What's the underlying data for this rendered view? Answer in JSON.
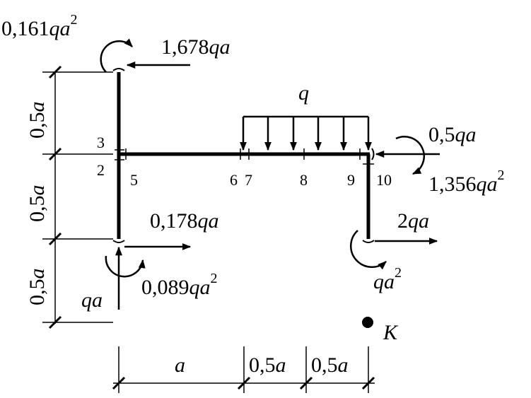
{
  "loads": {
    "moment_top": {
      "coef": "0,161",
      "var": "qa",
      "exp": "2"
    },
    "force_top": {
      "coef": "1,678",
      "var": "qa"
    },
    "dist_load": {
      "var": "q"
    },
    "force_right": {
      "coef": "0,5",
      "var": "qa"
    },
    "moment_right": {
      "coef": "1,356",
      "var": "qa",
      "exp": "2"
    },
    "force_bottom_h": {
      "coef": "0,178",
      "var": "qa"
    },
    "force_bottom_v": {
      "var": "qa"
    },
    "moment_bottom": {
      "coef": "0,089",
      "var": "qa",
      "exp": "2"
    },
    "force_right_bottom": {
      "coef": "2",
      "var": "qa"
    },
    "moment_right_bottom": {
      "var": "qa",
      "exp": "2"
    }
  },
  "point_k": {
    "label": "K"
  },
  "section_numbers": [
    "3",
    "2",
    "5",
    "6",
    "7",
    "8",
    "9",
    "10"
  ],
  "dimensions": {
    "vertical": [
      {
        "coef": "0,5",
        "var": "a"
      },
      {
        "coef": "0,5",
        "var": "a"
      },
      {
        "coef": "0,5",
        "var": "a"
      }
    ],
    "horizontal": [
      {
        "coef": "",
        "var": "a"
      },
      {
        "coef": "0,5",
        "var": "a"
      },
      {
        "coef": "0,5",
        "var": "a"
      }
    ]
  },
  "colors": {
    "ink": "#000000",
    "background": "#ffffff"
  }
}
